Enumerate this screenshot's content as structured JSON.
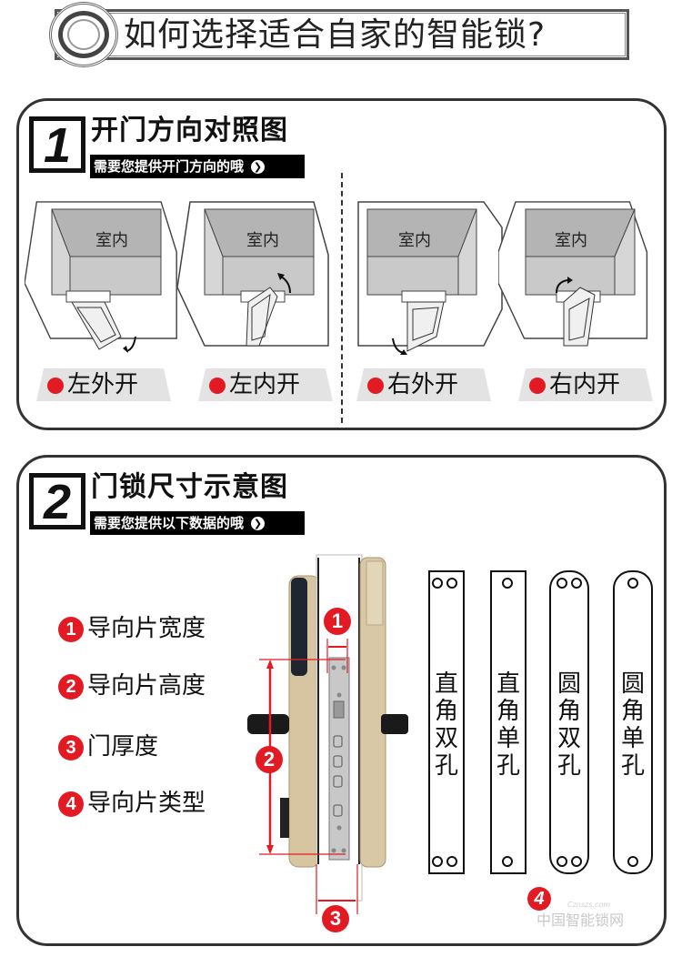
{
  "header": {
    "title": "如何选择适合自家的智能锁?"
  },
  "section1": {
    "number": "1",
    "title": "开门方向对照图",
    "subtitle": "需要您提供开门方向的哦",
    "subtitle_icon": "chevron-right-circle-icon",
    "room_label": "室内",
    "directions": [
      {
        "label": "左外开",
        "hinge": "left",
        "swing": "outward"
      },
      {
        "label": "左内开",
        "hinge": "left",
        "swing": "inward"
      },
      {
        "label": "右外开",
        "hinge": "right",
        "swing": "outward"
      },
      {
        "label": "右内开",
        "hinge": "right",
        "swing": "inward"
      }
    ],
    "bullet_color": "#e21a23"
  },
  "section2": {
    "number": "2",
    "title": "门锁尺寸示意图",
    "subtitle": "需要您提供以下数据的哦",
    "subtitle_icon": "chevron-right-circle-icon",
    "measurements": [
      {
        "num": "1",
        "label": "导向片宽度"
      },
      {
        "num": "2",
        "label": "导向片高度"
      },
      {
        "num": "3",
        "label": "门厚度"
      },
      {
        "num": "4",
        "label": "导向片类型"
      }
    ],
    "diagram_markers": [
      "1",
      "2",
      "3",
      "4"
    ],
    "plate_types": [
      {
        "label": "直角双孔",
        "corner": "square",
        "holes": 2
      },
      {
        "label": "直角单孔",
        "corner": "square",
        "holes": 1
      },
      {
        "label": "圆角双孔",
        "corner": "round",
        "holes": 2
      },
      {
        "label": "圆角单孔",
        "corner": "round",
        "holes": 1
      }
    ],
    "accent_color": "#e21a23"
  },
  "watermark": {
    "text": "中国智能锁网",
    "small": "Cznszs.com"
  }
}
